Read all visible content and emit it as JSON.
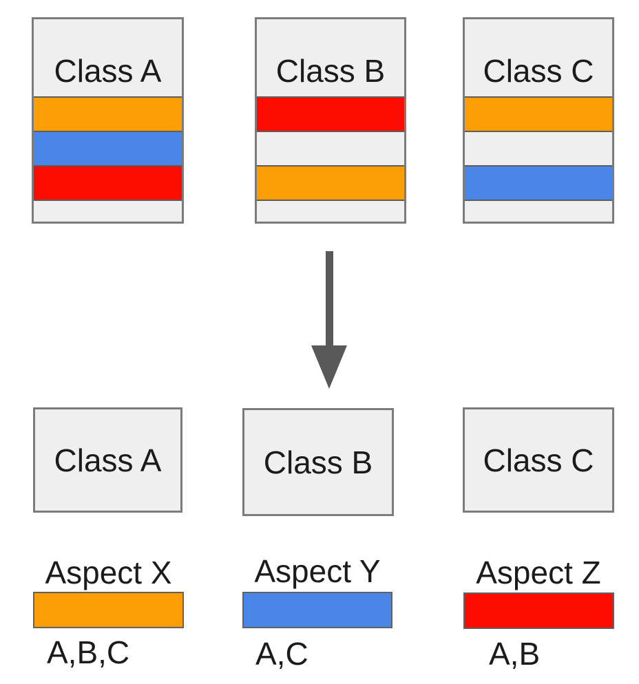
{
  "colors": {
    "orange": "#FB9D04",
    "blue": "#4A86E8",
    "red": "#FC0D00",
    "empty": "#EFEFEF",
    "box_fill": "#EFEFEF",
    "box_border": "#7B7B7B",
    "stripe_border": "#5D5D5D",
    "arrow": "#595959",
    "text": "#1B1B1B"
  },
  "top_row": [
    {
      "label": "Class A",
      "stripes": [
        "orange",
        "blue",
        "red"
      ]
    },
    {
      "label": "Class B",
      "stripes": [
        "red",
        "empty",
        "orange"
      ]
    },
    {
      "label": "Class C",
      "stripes": [
        "orange",
        "empty",
        "blue"
      ]
    }
  ],
  "arrow": {
    "icon": "down-arrow"
  },
  "bottom_row": [
    {
      "label": "Class A"
    },
    {
      "label": "Class B"
    },
    {
      "label": "Class C"
    }
  ],
  "aspects": [
    {
      "label": "Aspect X",
      "color": "orange",
      "classes": "A,B,C"
    },
    {
      "label": "Aspect Y",
      "color": "blue",
      "classes": "A,C"
    },
    {
      "label": "Aspect Z",
      "color": "red",
      "classes": "A,B"
    }
  ]
}
